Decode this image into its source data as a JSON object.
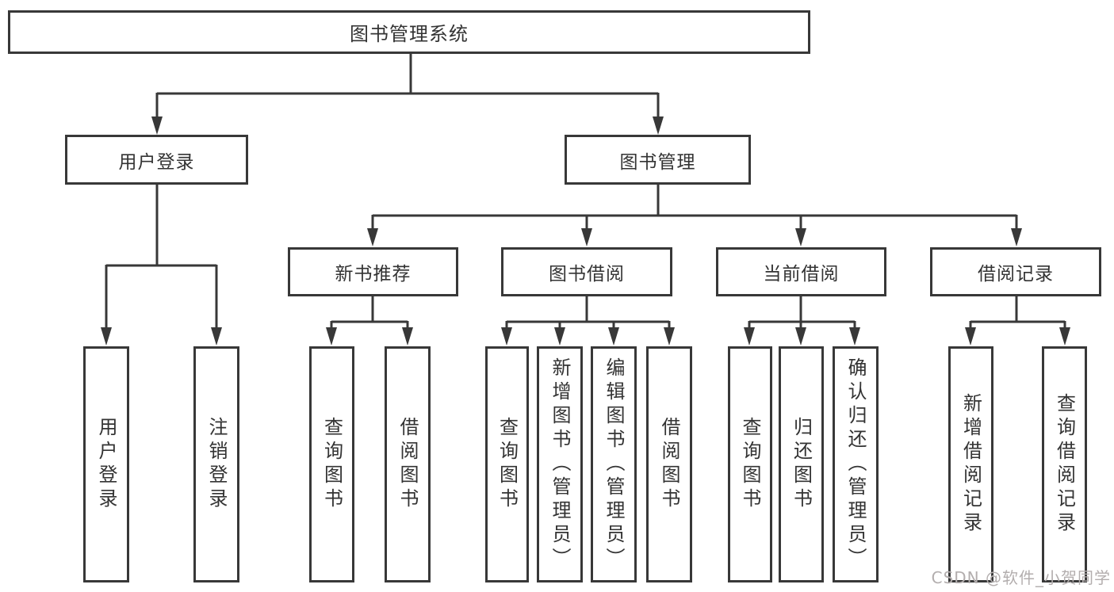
{
  "colors": {
    "line": "#383838",
    "box_border": "#383838",
    "box_fill": "#ffffff",
    "text": "#333333",
    "watermark": "#b3aeae",
    "background": "#ffffff"
  },
  "tree": {
    "root": {
      "label": "图书管理系统"
    },
    "branches": [
      {
        "label": "用户登录",
        "children": [
          {
            "label": "用户登录"
          },
          {
            "label": "注销登录"
          }
        ]
      },
      {
        "label": "图书管理",
        "groups": [
          {
            "label": "新书推荐",
            "children": [
              {
                "label": "查询图书"
              },
              {
                "label": "借阅图书"
              }
            ]
          },
          {
            "label": "图书借阅",
            "children": [
              {
                "label": "查询图书"
              },
              {
                "label": "新增图书（管理员）"
              },
              {
                "label": "编辑图书（管理员）"
              },
              {
                "label": "借阅图书"
              }
            ]
          },
          {
            "label": "当前借阅",
            "children": [
              {
                "label": "查询图书"
              },
              {
                "label": "归还图书"
              },
              {
                "label": "确认归还（管理员）"
              }
            ]
          },
          {
            "label": "借阅记录",
            "children": [
              {
                "label": "新增借阅记录"
              },
              {
                "label": "查询借阅记录"
              }
            ]
          }
        ]
      }
    ]
  },
  "watermark": {
    "text": "CSDN @软件_小贺同学"
  }
}
